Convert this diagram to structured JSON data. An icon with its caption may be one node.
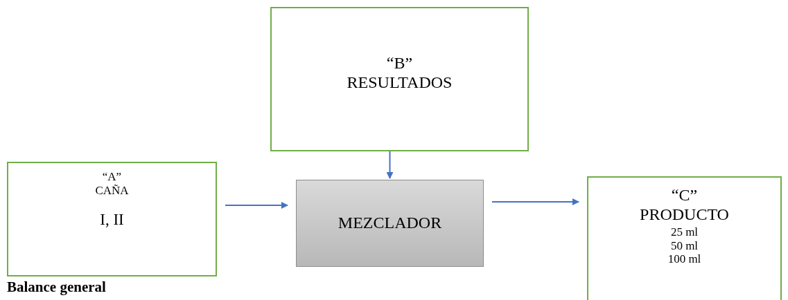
{
  "diagram": {
    "nodes": [
      {
        "text": [
          "“B” RESULTADOS"
        ]
      },
      {
        "text": [
          "“A” CAÑA",
          "I, II"
        ]
      },
      {
        "text": [
          "MEZCLADOR"
        ]
      },
      {
        "text": [
          "“C” PRODUCTO",
          "25 ml",
          "50 ml",
          "100 ml"
        ]
      }
    ],
    "edges": [
      {
        "from": 0,
        "to": 2,
        "arrow": "to"
      },
      {
        "from": 1,
        "to": 2,
        "arrow": "to"
      },
      {
        "from": 2,
        "to": 3,
        "arrow": "to"
      }
    ],
    "labels": [
      "Balance general"
    ]
  }
}
